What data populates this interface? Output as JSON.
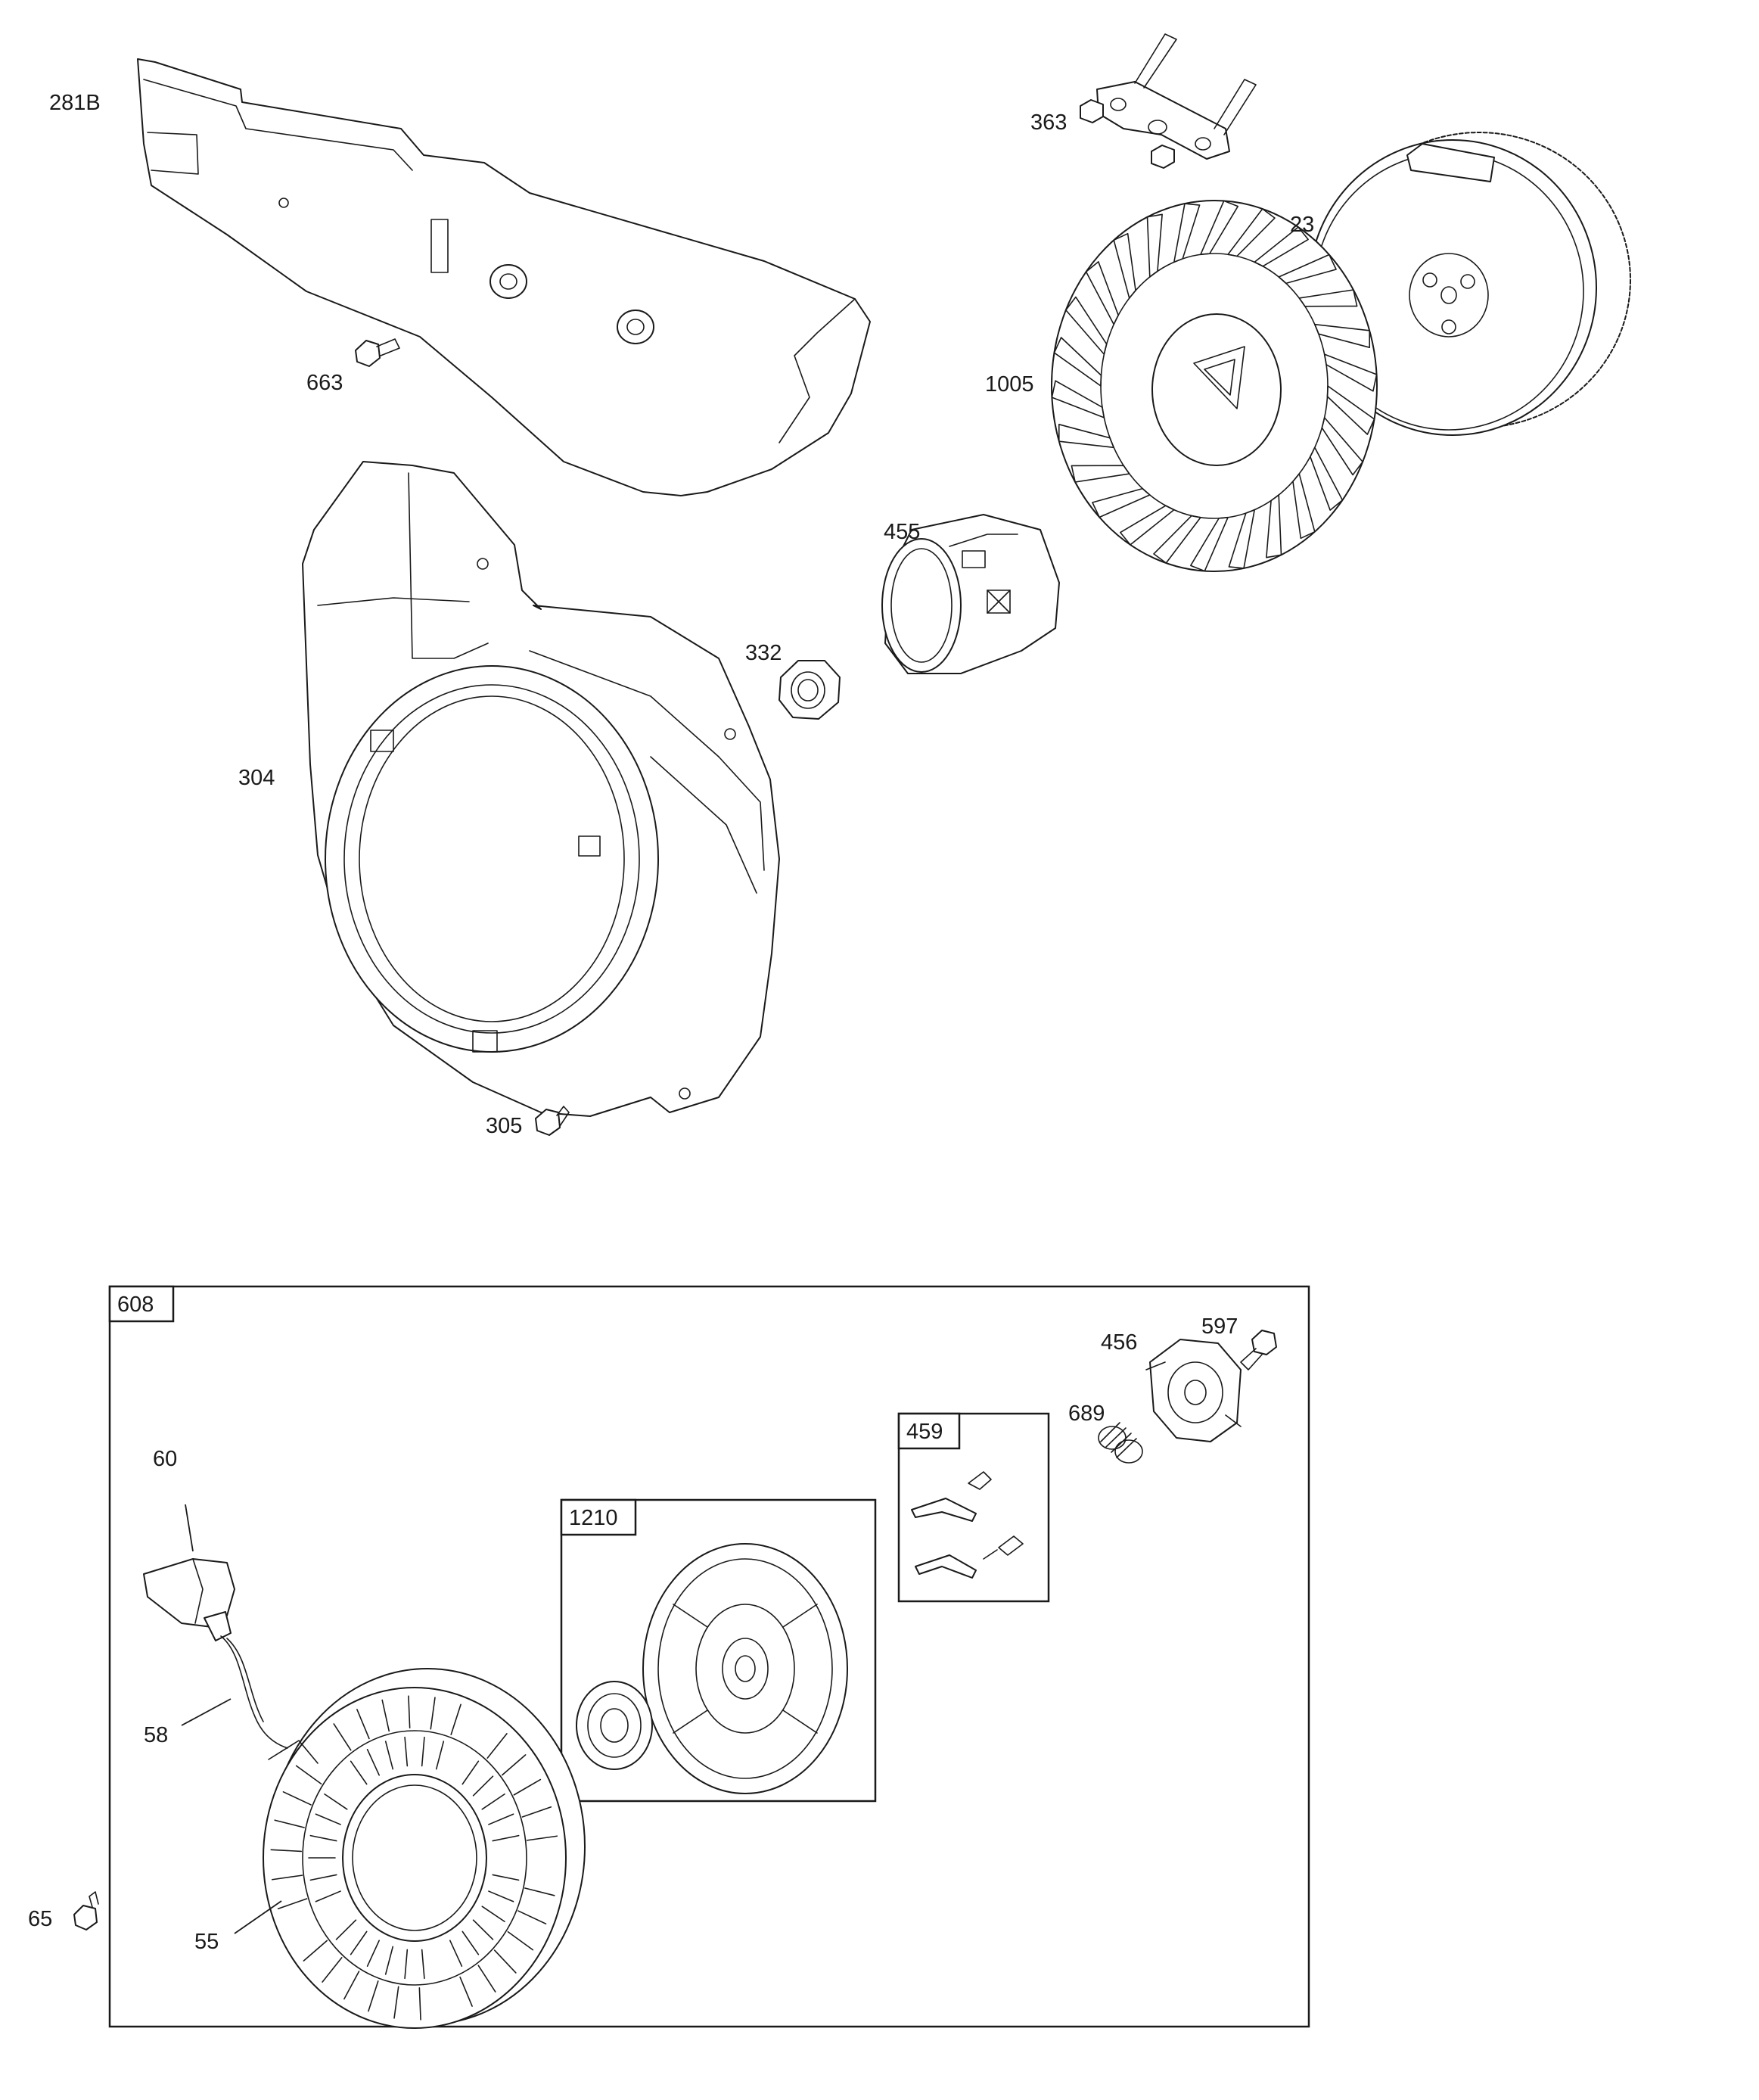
{
  "callouts": {
    "p281B": "281B",
    "p363": "363",
    "p23": "23",
    "p663": "663",
    "p1005": "1005",
    "p455": "455",
    "p332": "332",
    "p304": "304",
    "p305": "305",
    "p608": "608",
    "p456": "456",
    "p597": "597",
    "p689": "689",
    "p459": "459",
    "p60": "60",
    "p1210": "1210",
    "p58": "58",
    "p65": "65",
    "p55": "55"
  },
  "colors": {
    "line": "#1a1a1a",
    "background": "#ffffff"
  }
}
